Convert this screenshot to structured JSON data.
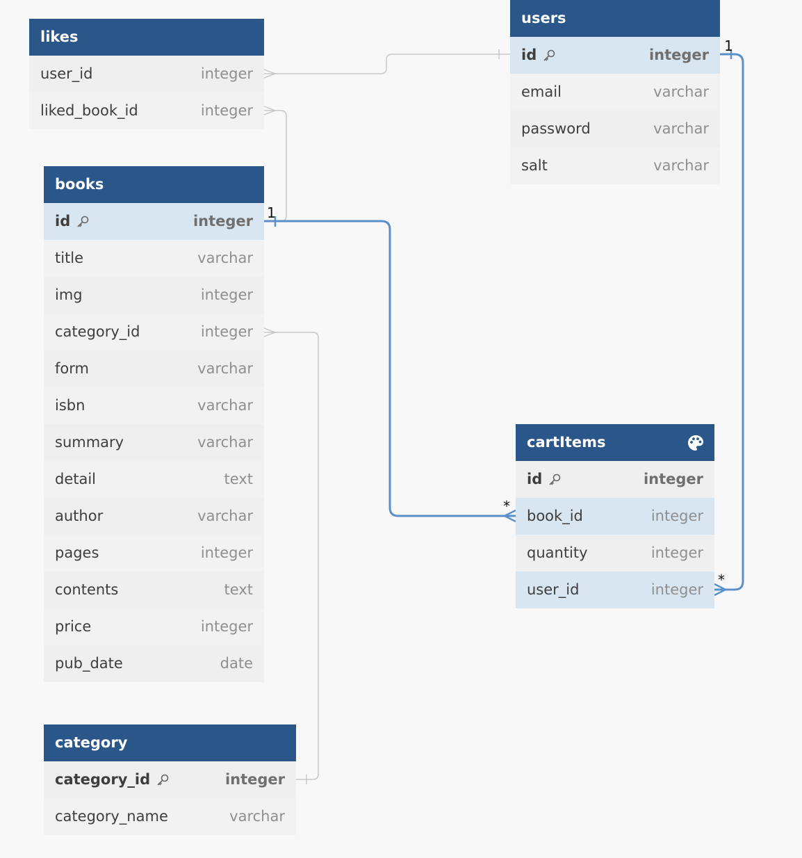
{
  "tables": {
    "likes": {
      "name": "likes",
      "fields": [
        {
          "name": "user_id",
          "type": "integer"
        },
        {
          "name": "liked_book_id",
          "type": "integer"
        }
      ]
    },
    "users": {
      "name": "users",
      "fields": [
        {
          "name": "id",
          "type": "integer"
        },
        {
          "name": "email",
          "type": "varchar"
        },
        {
          "name": "password",
          "type": "varchar"
        },
        {
          "name": "salt",
          "type": "varchar"
        }
      ]
    },
    "books": {
      "name": "books",
      "fields": [
        {
          "name": "id",
          "type": "integer"
        },
        {
          "name": "title",
          "type": "varchar"
        },
        {
          "name": "img",
          "type": "integer"
        },
        {
          "name": "category_id",
          "type": "integer"
        },
        {
          "name": "form",
          "type": "varchar"
        },
        {
          "name": "isbn",
          "type": "varchar"
        },
        {
          "name": "summary",
          "type": "varchar"
        },
        {
          "name": "detail",
          "type": "text"
        },
        {
          "name": "author",
          "type": "varchar"
        },
        {
          "name": "pages",
          "type": "integer"
        },
        {
          "name": "contents",
          "type": "text"
        },
        {
          "name": "price",
          "type": "integer"
        },
        {
          "name": "pub_date",
          "type": "date"
        }
      ]
    },
    "cartItems": {
      "name": "cartItems",
      "fields": [
        {
          "name": "id",
          "type": "integer"
        },
        {
          "name": "book_id",
          "type": "integer"
        },
        {
          "name": "quantity",
          "type": "integer"
        },
        {
          "name": "user_id",
          "type": "integer"
        }
      ]
    },
    "category": {
      "name": "category",
      "fields": [
        {
          "name": "category_id",
          "type": "integer"
        },
        {
          "name": "category_name",
          "type": "varchar"
        }
      ]
    }
  },
  "relations": {
    "books_cart": {
      "one": "1",
      "many": "*"
    },
    "users_cart": {
      "one": "1",
      "many": "*"
    }
  },
  "colors": {
    "header": "#2b5689",
    "highlight_row": "#d7e6f0",
    "active_edge": "#5b8fc7",
    "inactive_edge": "#c8c8c8"
  }
}
